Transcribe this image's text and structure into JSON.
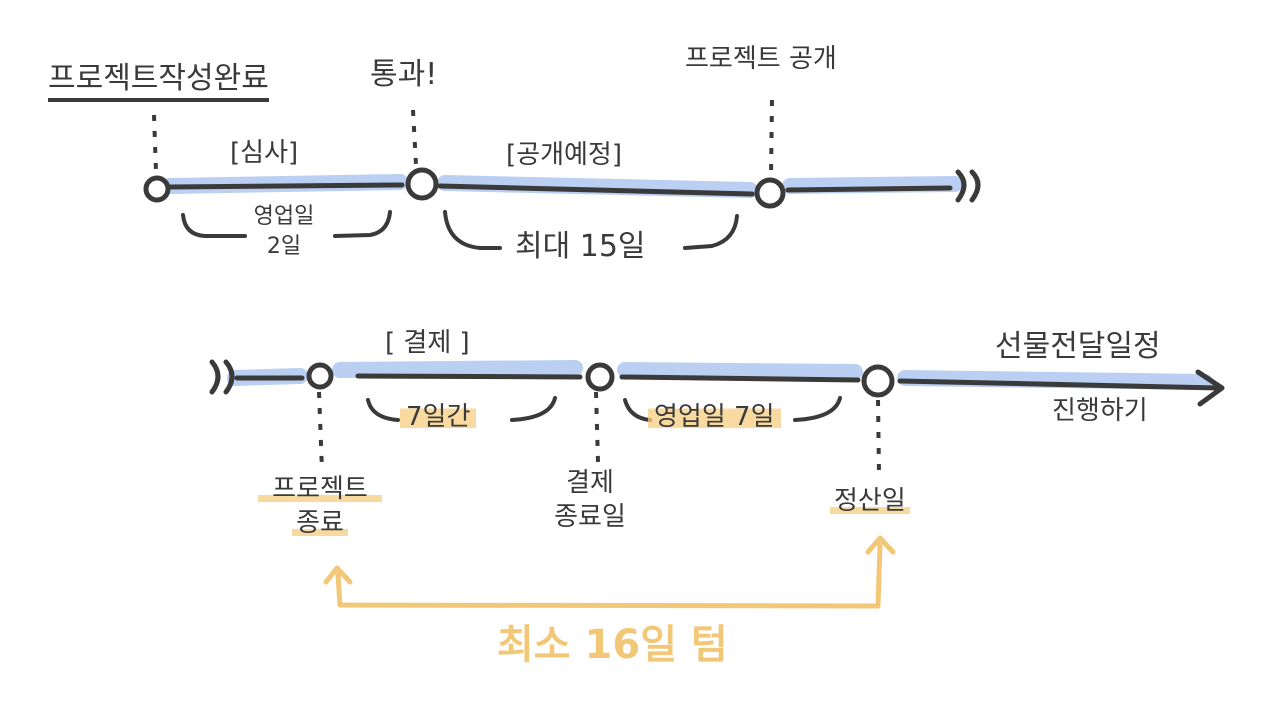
{
  "labels": {
    "project_written": "프로젝트작성완료",
    "review": "[심사]",
    "business_days_2_line1": "영업일",
    "business_days_2_line2": "2일",
    "passed": "통과!",
    "scheduled_release": "[공개예정]",
    "max_15_days": "최대 15일",
    "project_release": "프로젝트 공개",
    "payment": "[ 결제 ]",
    "seven_days": "7일간",
    "business_days_7": "영업일 7일",
    "gift_delivery_line1": "선물전달일정",
    "gift_delivery_line2": "진행하기",
    "project_end_line1": "프로젝트",
    "project_end_line2": "종료",
    "payment_end_line1": "결제",
    "payment_end_line2": "종료일",
    "settlement_day": "정산일",
    "min_16_days": "최소 16일 텀"
  },
  "colors": {
    "ink": "#3a3a3a",
    "blue_highlight": "#a9c3ef",
    "orange": "#f2c777"
  }
}
